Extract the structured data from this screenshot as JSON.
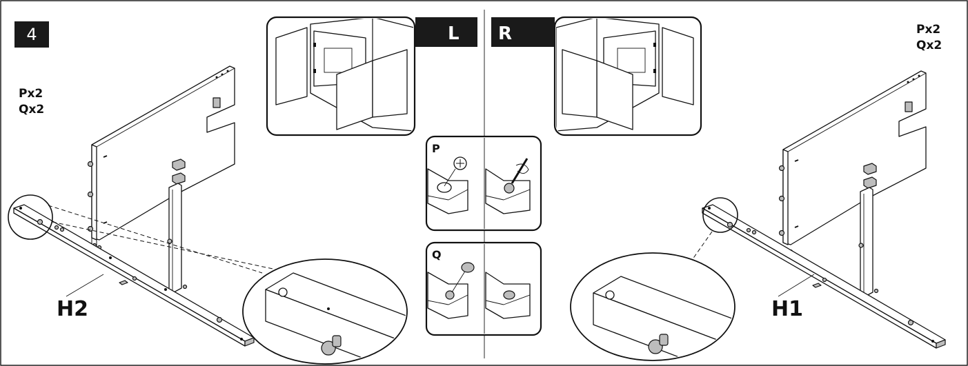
{
  "step": {
    "number": "4"
  },
  "left": {
    "parts_line1": "Px2",
    "parts_line2": "Qx2",
    "rail_label": "H2"
  },
  "right": {
    "parts_line1": "Px2",
    "parts_line2": "Qx2",
    "rail_label": "H1"
  },
  "orientation": {
    "left_tag": "L",
    "right_tag": "R"
  },
  "details": {
    "p_label": "P",
    "q_label": "Q"
  },
  "colors": {
    "line": "#111111",
    "badge_fill": "#1a1a1a",
    "badge_text": "#ffffff",
    "panel_border": "#111111",
    "shade": "#bdbdbd"
  }
}
